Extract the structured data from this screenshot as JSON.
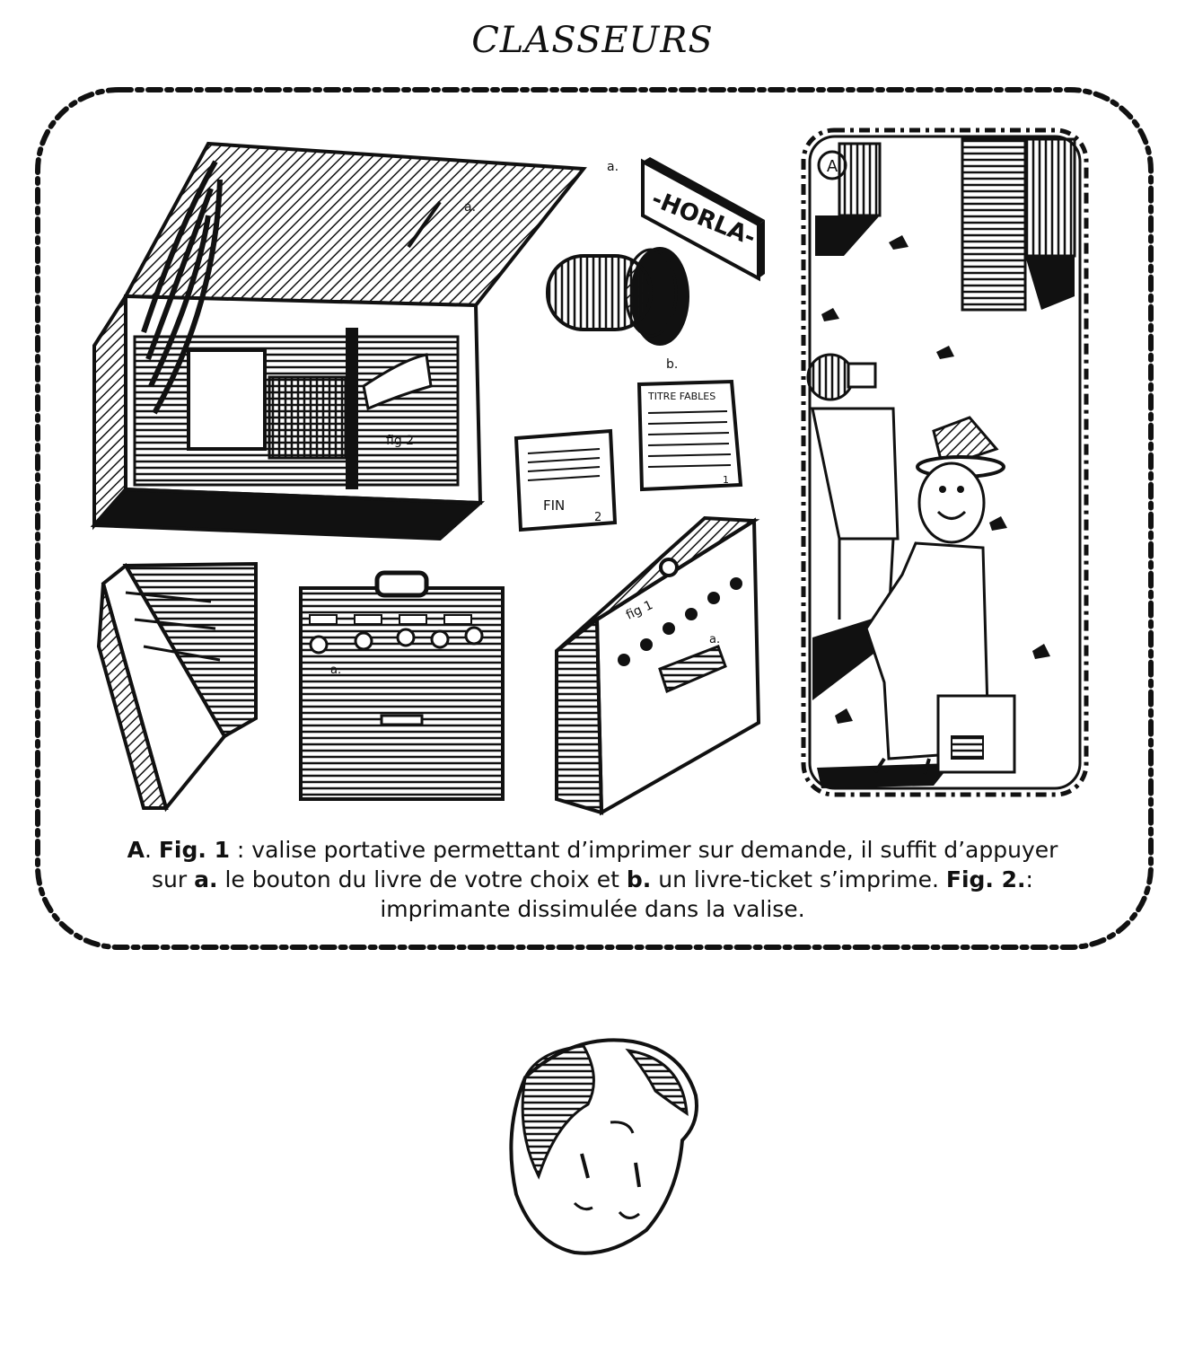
{
  "title": "CLASSEURS",
  "labels": {
    "a": "a.",
    "b": "b.",
    "sign": "-HORLA-",
    "fig2": "fig 2",
    "fig1": "fig 1",
    "ticket_fin": "FIN",
    "ticket_fin_num": "2",
    "ticket_titles": "TITRE FABLES",
    "ticket_titles_num": "1",
    "panel_A": "A"
  },
  "caption": {
    "p1_bold": "A",
    "p1_dot": ". ",
    "p2_bold": "Fig. 1",
    "p3": " : valise portative permettant d’imprimer sur demande, il suffit d’appuyer sur ",
    "p4_bold": "a.",
    "p5": " le bouton du livre de votre choix et ",
    "p6_bold": "b.",
    "p7": " un livre-ticket s’imprime. ",
    "p8_bold": "Fig. 2.",
    "p9": ": imprimante dissimulée dans la valise."
  },
  "colors": {
    "ink": "#111111",
    "paper": "#ffffff"
  }
}
